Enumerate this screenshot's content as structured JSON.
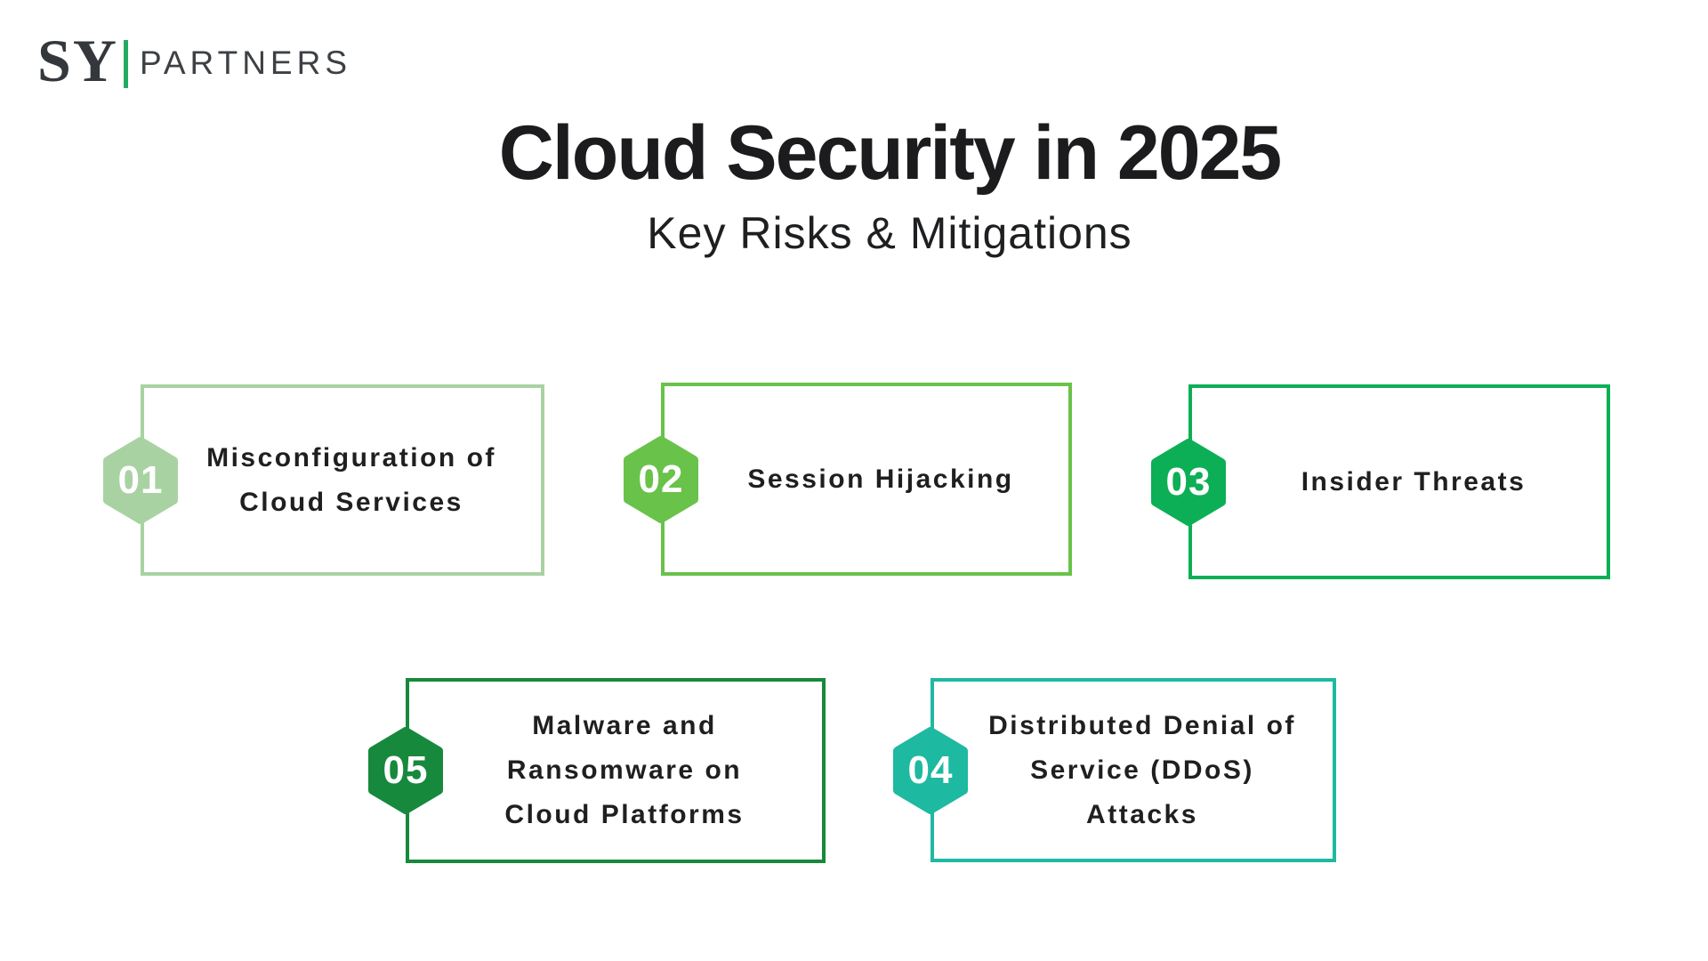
{
  "logo": {
    "monogram": "SY",
    "wordmark": "PARTNERS",
    "divider_color": "#23ab63"
  },
  "header": {
    "title": "Cloud Security in 2025",
    "subtitle": "Key Risks & Mitigations"
  },
  "risks": [
    {
      "number": "01",
      "label": "Misconfiguration of\nCloud Services",
      "color": "#a9d2a3"
    },
    {
      "number": "02",
      "label": "Session Hijacking",
      "color": "#69c24a"
    },
    {
      "number": "03",
      "label": "Insider Threats",
      "color": "#0caf56"
    },
    {
      "number": "04",
      "label": "Distributed Denial of\nService (DDoS)\nAttacks",
      "color": "#1eb9a1"
    },
    {
      "number": "05",
      "label": "Malware and\nRansomware on\nCloud Platforms",
      "color": "#17893c"
    }
  ],
  "colors": {
    "background": "#ffffff",
    "text": "#1f1f1f",
    "logo_text": "#34383d"
  }
}
